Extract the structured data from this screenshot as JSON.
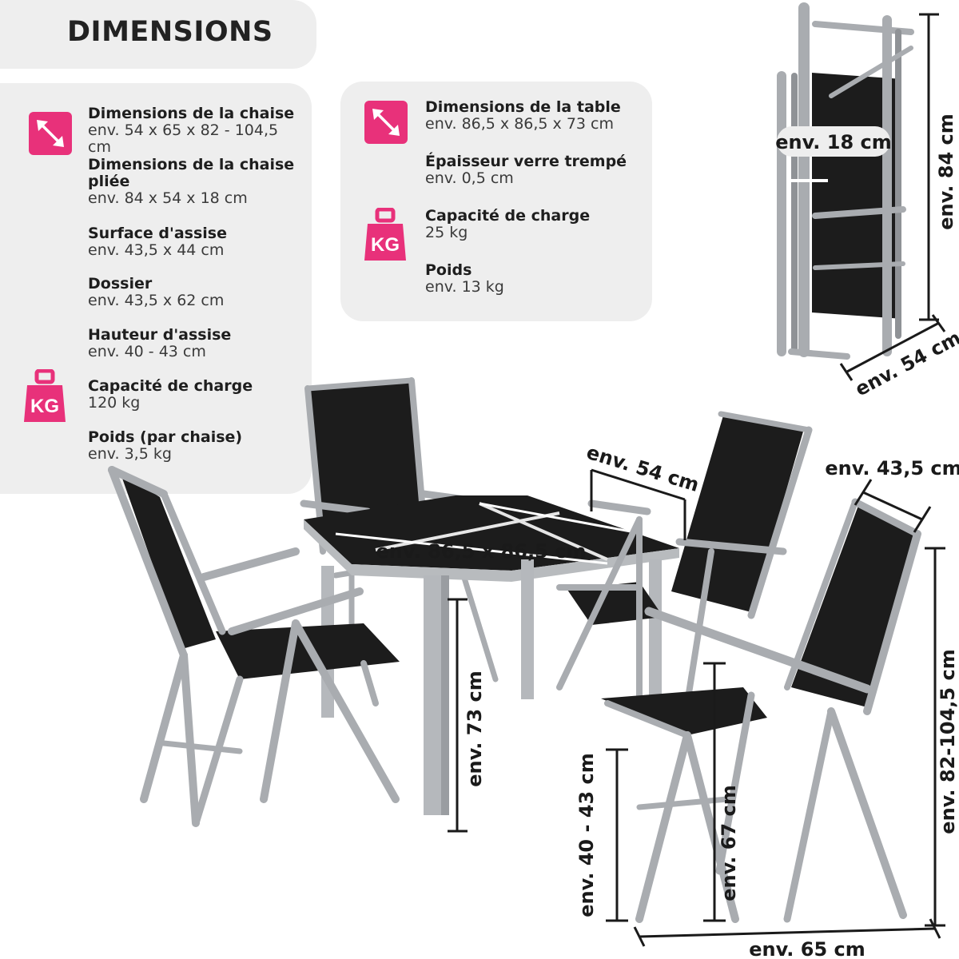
{
  "heading": "DIMENSIONS",
  "chair_specs": [
    {
      "label": "Dimensions de la chaise",
      "value": "env. 54 x 65 x 82 - 104,5 cm"
    },
    {
      "label": "Dimensions de la chaise pliée",
      "value": "env. 84 x 54 x 18 cm"
    },
    {
      "label": "Surface d'assise",
      "value": "env. 43,5 x 44 cm"
    },
    {
      "label": "Dossier",
      "value": "env. 43,5 x 62 cm"
    },
    {
      "label": "Hauteur d'assise",
      "value": "env. 40 - 43 cm"
    },
    {
      "label": "Capacité de charge",
      "value": "120 kg"
    },
    {
      "label": "Poids (par chaise)",
      "value": "env. 3,5 kg"
    }
  ],
  "table_specs": [
    {
      "label": "Dimensions de la table",
      "value": "env. 86,5 x 86,5 x 73 cm"
    },
    {
      "label": "Épaisseur verre trempé",
      "value": "env. 0,5 cm"
    },
    {
      "label": "Capacité de charge",
      "value": "25 kg"
    },
    {
      "label": "Poids",
      "value": "env. 13 kg"
    }
  ],
  "icons": {
    "dimension": "diagonal-arrow-icon",
    "weight": "weight-kg-icon",
    "weight_text": "KG",
    "accent": "#e8317a"
  },
  "measurements": {
    "folded_depth": "env. 18 cm",
    "folded_height": "env. 84 cm",
    "folded_width": "env. 54 cm",
    "chair_width": "env. 54 cm",
    "backrest_width": "env. 43,5 cm",
    "table_top": "env. 86,5 x 86,5 cm",
    "table_height": "env. 73 cm",
    "chair_height": "env. 82-104,5 cm",
    "seat_height": "env. 40 - 43 cm",
    "armrest_height": "env. 67 cm",
    "chair_depth": "env. 65 cm"
  }
}
